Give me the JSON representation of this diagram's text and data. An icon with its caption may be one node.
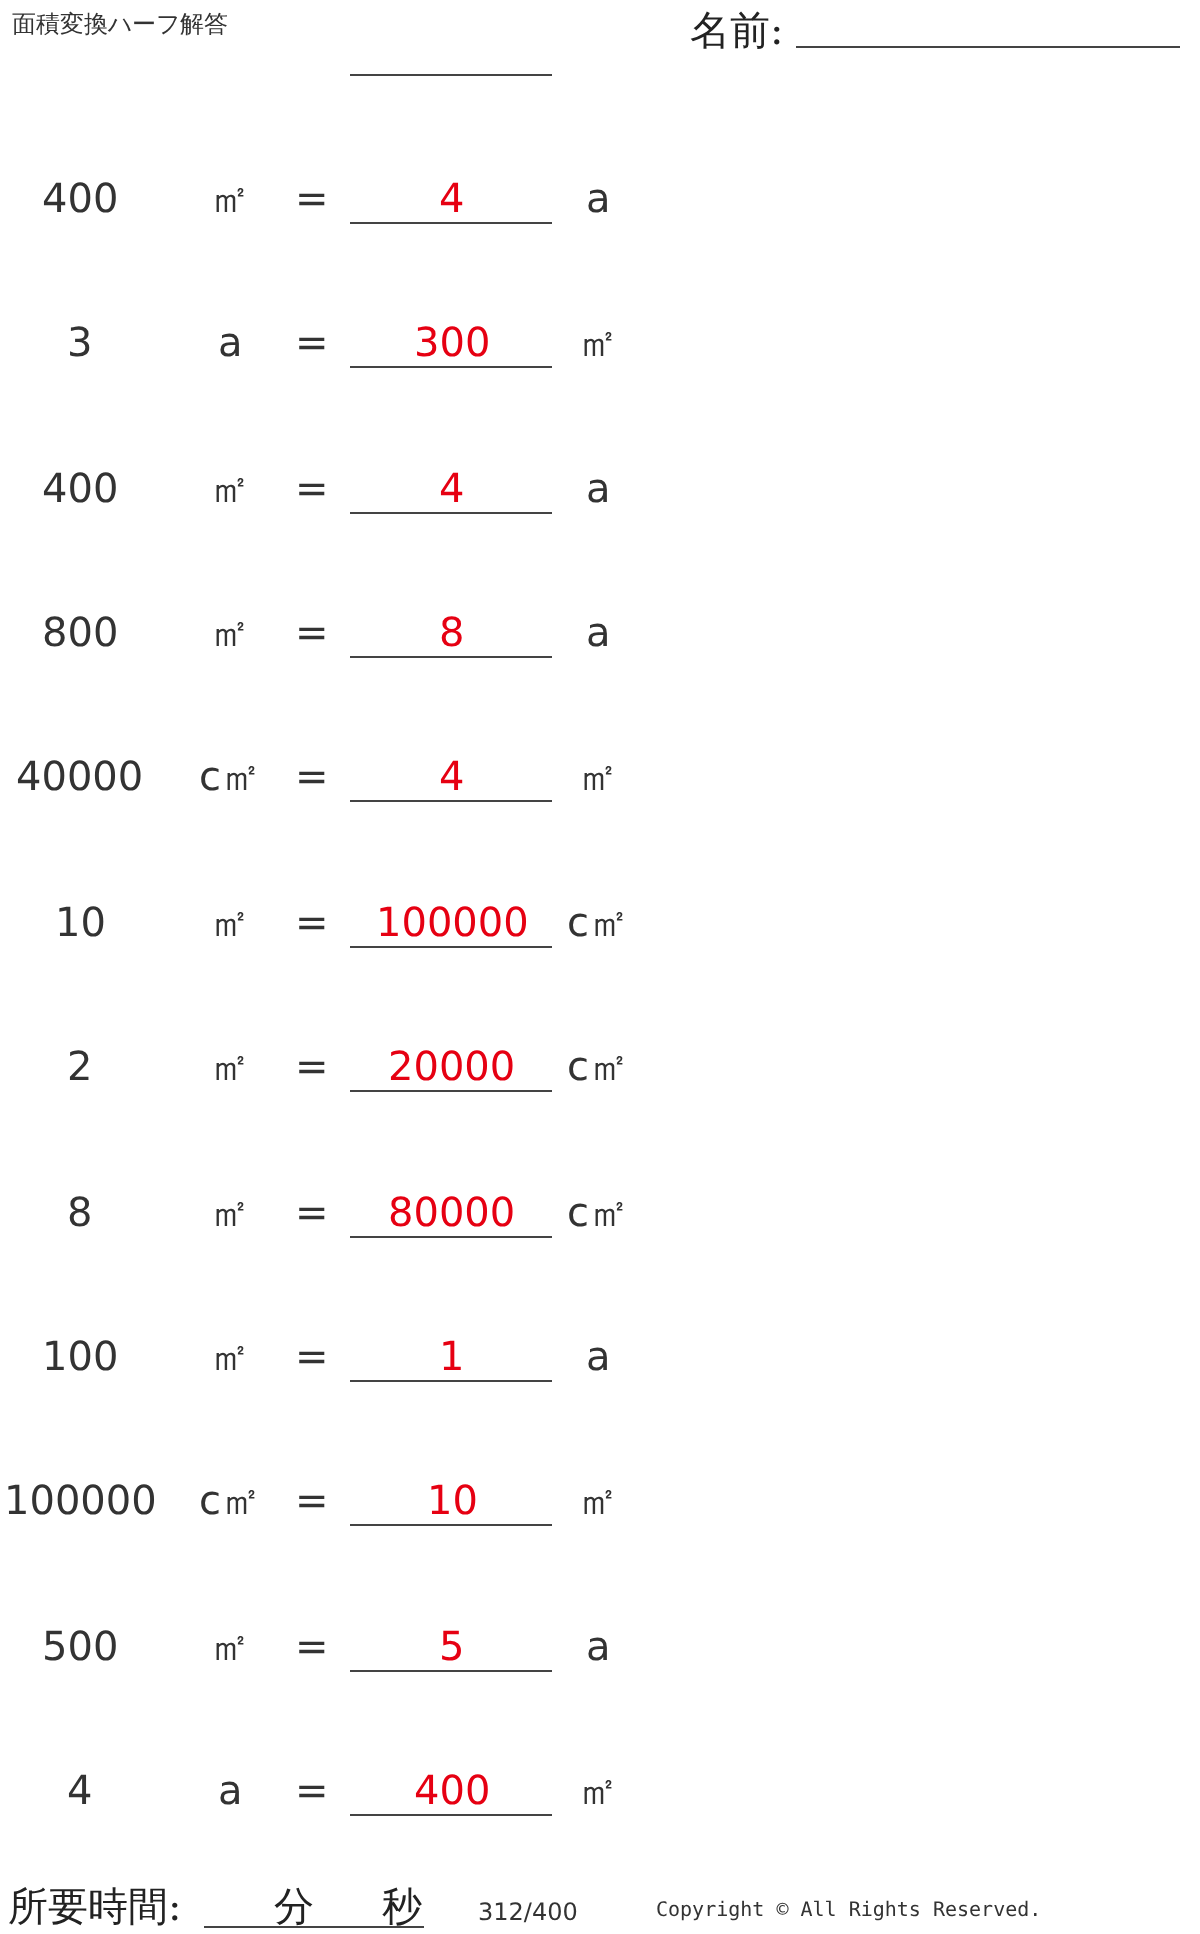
{
  "diagram": {
    "title": "面積変換ハーフ解答",
    "labels": [
      "名前:",
      "400",
      "㎡",
      "=",
      "4",
      "a",
      "3",
      "a",
      "=",
      "300",
      "㎡",
      "400",
      "㎡",
      "=",
      "4",
      "a",
      "800",
      "㎡",
      "=",
      "8",
      "a",
      "40000",
      "c㎡",
      "=",
      "4",
      "㎡",
      "10",
      "㎡",
      "=",
      "100000",
      "c㎡",
      "2",
      "㎡",
      "=",
      "20000",
      "c㎡",
      "8",
      "㎡",
      "=",
      "80000",
      "c㎡",
      "100",
      "㎡",
      "=",
      "1",
      "a",
      "100000",
      "c㎡",
      "=",
      "10",
      "㎡",
      "500",
      "㎡",
      "=",
      "5",
      "a",
      "4",
      "a",
      "=",
      "400",
      "㎡",
      "所要時間:",
      "分",
      "秒",
      "312/400",
      "Copyright © All Rights Reserved."
    ]
  }
}
